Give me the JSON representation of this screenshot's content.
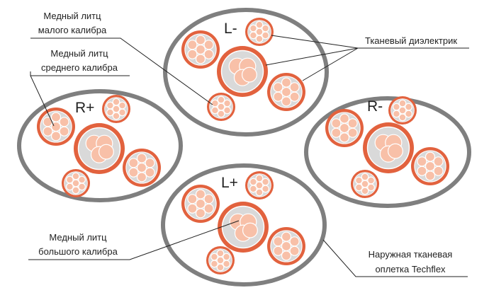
{
  "colors": {
    "sleeve": "#7f7f7f",
    "dielectric": "#e2623e",
    "dielectric_inner": "#ffffff",
    "strand": "#f8c0a8",
    "strand_edge": "#ffffff",
    "gap": "#d9d9d9"
  },
  "cables": [
    {
      "name": "L-"
    },
    {
      "name": "R+"
    },
    {
      "name": "R-"
    },
    {
      "name": "L+"
    }
  ],
  "labels": {
    "small_gauge": [
      "Медный литц",
      "малого калибра"
    ],
    "medium_gauge": [
      "Медный литц",
      "среднего калибра"
    ],
    "large_gauge": [
      "Медный литц",
      "большого калибра"
    ],
    "dielectric": [
      "Тканевый диэлектрик"
    ],
    "sleeve": [
      "Наружная тканевая",
      "оплетка Techflex"
    ]
  }
}
